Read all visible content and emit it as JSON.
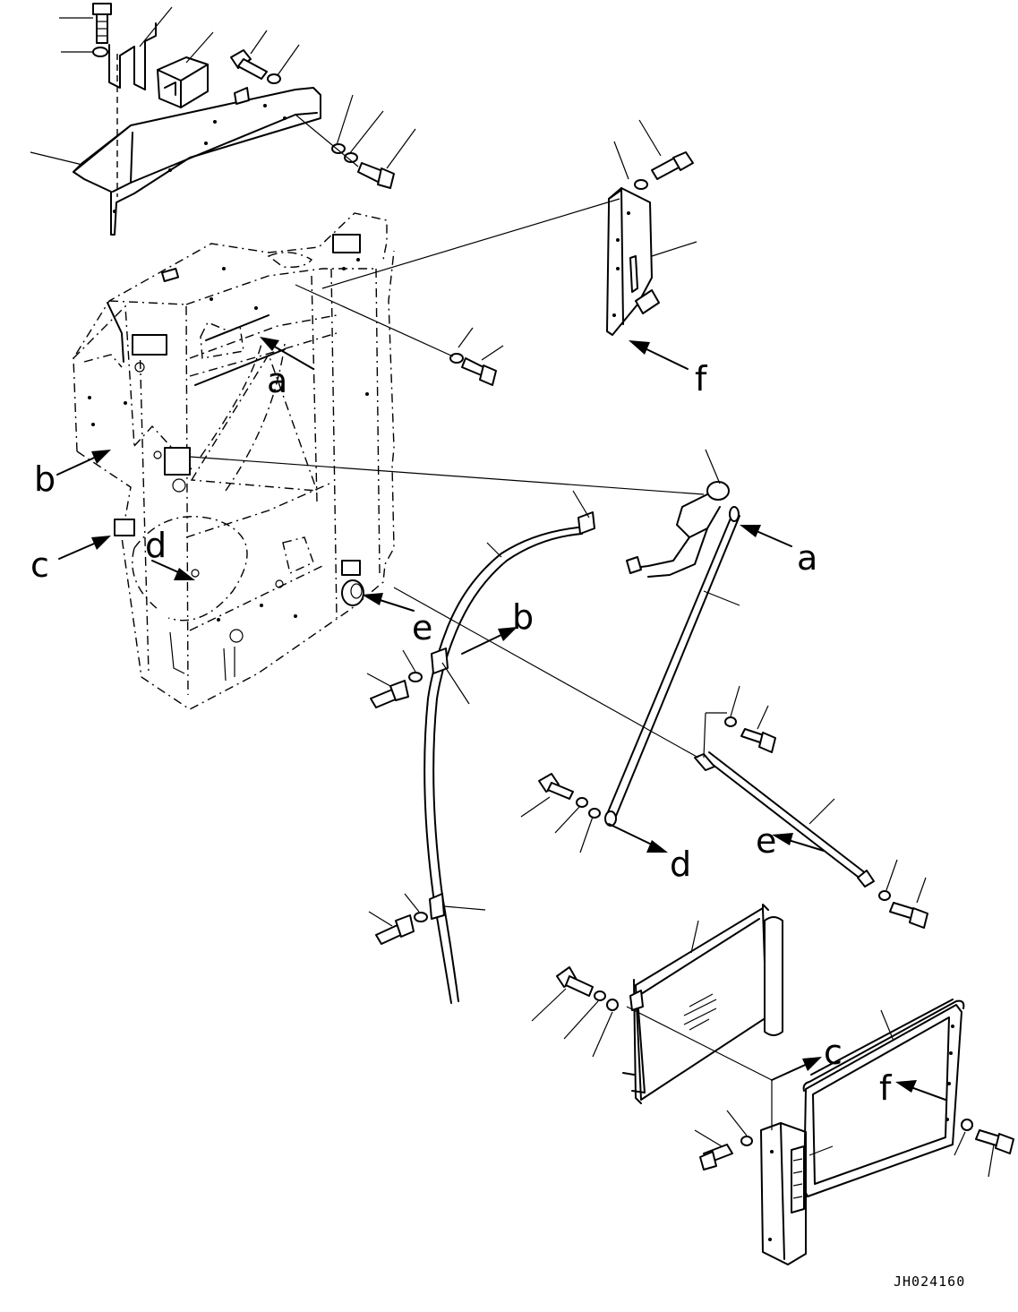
{
  "drawing": {
    "code": "JH024160",
    "view_labels": [
      "a",
      "b",
      "c",
      "d",
      "e",
      "f"
    ],
    "callouts": [
      {
        "id": "a",
        "role": "source"
      },
      {
        "id": "a",
        "role": "target"
      },
      {
        "id": "b",
        "role": "source"
      },
      {
        "id": "b",
        "role": "target"
      },
      {
        "id": "c",
        "role": "source"
      },
      {
        "id": "c",
        "role": "target"
      },
      {
        "id": "d",
        "role": "source"
      },
      {
        "id": "d",
        "role": "target"
      },
      {
        "id": "e",
        "role": "source"
      },
      {
        "id": "e",
        "role": "target"
      },
      {
        "id": "f",
        "role": "source"
      },
      {
        "id": "f",
        "role": "target"
      }
    ]
  }
}
